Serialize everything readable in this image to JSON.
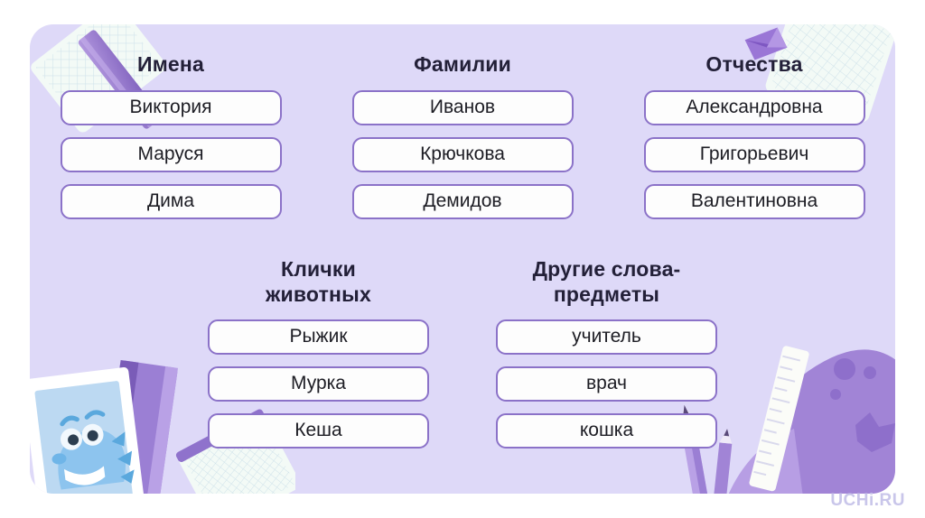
{
  "slide": {
    "background_color": "#ded9f8",
    "page_background": "#ffffff",
    "accent_color": "#8b72c8",
    "heading_color": "#232038",
    "watermark": "UCHi.RU"
  },
  "columns_top": [
    {
      "id": "names",
      "header": "Имена",
      "items": [
        "Виктория",
        "Маруся",
        "Дима"
      ]
    },
    {
      "id": "surnames",
      "header": "Фамилии",
      "items": [
        "Иванов",
        "Крючкова",
        "Демидов"
      ]
    },
    {
      "id": "patronymics",
      "header": "Отчества",
      "items": [
        "Александровна",
        "Григорьевич",
        "Валентиновна"
      ]
    }
  ],
  "columns_bottom": [
    {
      "id": "pet-names",
      "header": "Клички\nживотных",
      "items": [
        "Рыжик",
        "Мурка",
        "Кеша"
      ]
    },
    {
      "id": "other-words",
      "header": "Другие слова-\nпредметы",
      "items": [
        "учитель",
        "врач",
        "кошка"
      ]
    }
  ],
  "decorations": [
    {
      "id": "top-left",
      "name": "grid-notebook-and-ruler-icon"
    },
    {
      "id": "top-right",
      "name": "grid-notebook-and-paper-clip-icon"
    },
    {
      "id": "bottom-left",
      "name": "dinosaur-book-stack-icon"
    },
    {
      "id": "bottom-right",
      "name": "purple-monster-ruler-pencils-icon"
    }
  ]
}
